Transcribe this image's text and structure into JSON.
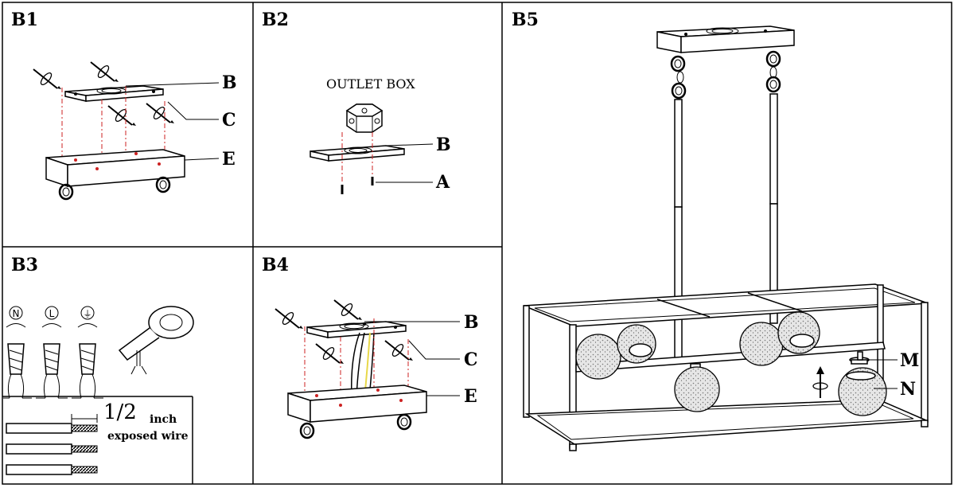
{
  "panels": {
    "b1": {
      "label": "B1",
      "callouts": {
        "b": "B",
        "c": "C",
        "e": "E"
      }
    },
    "b2": {
      "label": "B2",
      "outlet_box": "OUTLET BOX",
      "callouts": {
        "b": "B",
        "a": "A"
      }
    },
    "b3": {
      "label": "B3",
      "wire_symbols": [
        "N",
        "L",
        "⏚"
      ],
      "fraction": "1/2",
      "unit": "inch",
      "caption": "exposed wire"
    },
    "b4": {
      "label": "B4",
      "callouts": {
        "b": "B",
        "c": "C",
        "e": "E"
      }
    },
    "b5": {
      "label": "B5",
      "callouts": {
        "m": "M",
        "n": "N"
      }
    }
  },
  "colors": {
    "line": "#000000",
    "guide": "#cc2222",
    "glass": "#dddddd",
    "wire_yellow": "#e8d84a"
  }
}
